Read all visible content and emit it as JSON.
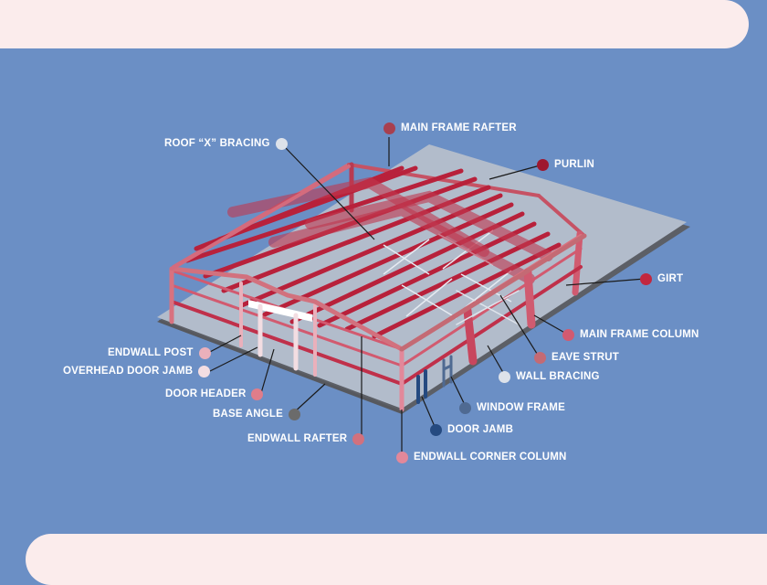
{
  "labels": [
    {
      "id": "main-frame-rafter",
      "text": "MAIN FRAME RAFTER",
      "color": "#a8404f"
    },
    {
      "id": "roof-x-bracing",
      "text": "ROOF “X” BRACING",
      "color": "#dde2ea"
    },
    {
      "id": "purlin",
      "text": "PURLIN",
      "color": "#9e1830"
    },
    {
      "id": "girt",
      "text": "GIRT",
      "color": "#c2273f"
    },
    {
      "id": "main-frame-column",
      "text": "MAIN FRAME COLUMN",
      "color": "#d25a70"
    },
    {
      "id": "eave-strut",
      "text": "EAVE STRUT",
      "color": "#c46a74"
    },
    {
      "id": "wall-bracing",
      "text": "WALL BRACING",
      "color": "#dde2ea"
    },
    {
      "id": "window-frame",
      "text": "WINDOW FRAME",
      "color": "#4f6a92"
    },
    {
      "id": "door-jamb",
      "text": "DOOR JAMB",
      "color": "#254a80"
    },
    {
      "id": "endwall-corner-column",
      "text": "ENDWALL CORNER COLUMN",
      "color": "#e2889a"
    },
    {
      "id": "endwall-rafter",
      "text": "ENDWALL RAFTER",
      "color": "#d2717e"
    },
    {
      "id": "base-angle",
      "text": "BASE ANGLE",
      "color": "#6b6b6b"
    },
    {
      "id": "door-header",
      "text": "DOOR HEADER",
      "color": "#e07d8a"
    },
    {
      "id": "overhead-door-jamb",
      "text": "OVERHEAD DOOR JAMB",
      "color": "#f3dde2"
    },
    {
      "id": "endwall-post",
      "text": "ENDWALL POST",
      "color": "#eab0bb"
    }
  ]
}
